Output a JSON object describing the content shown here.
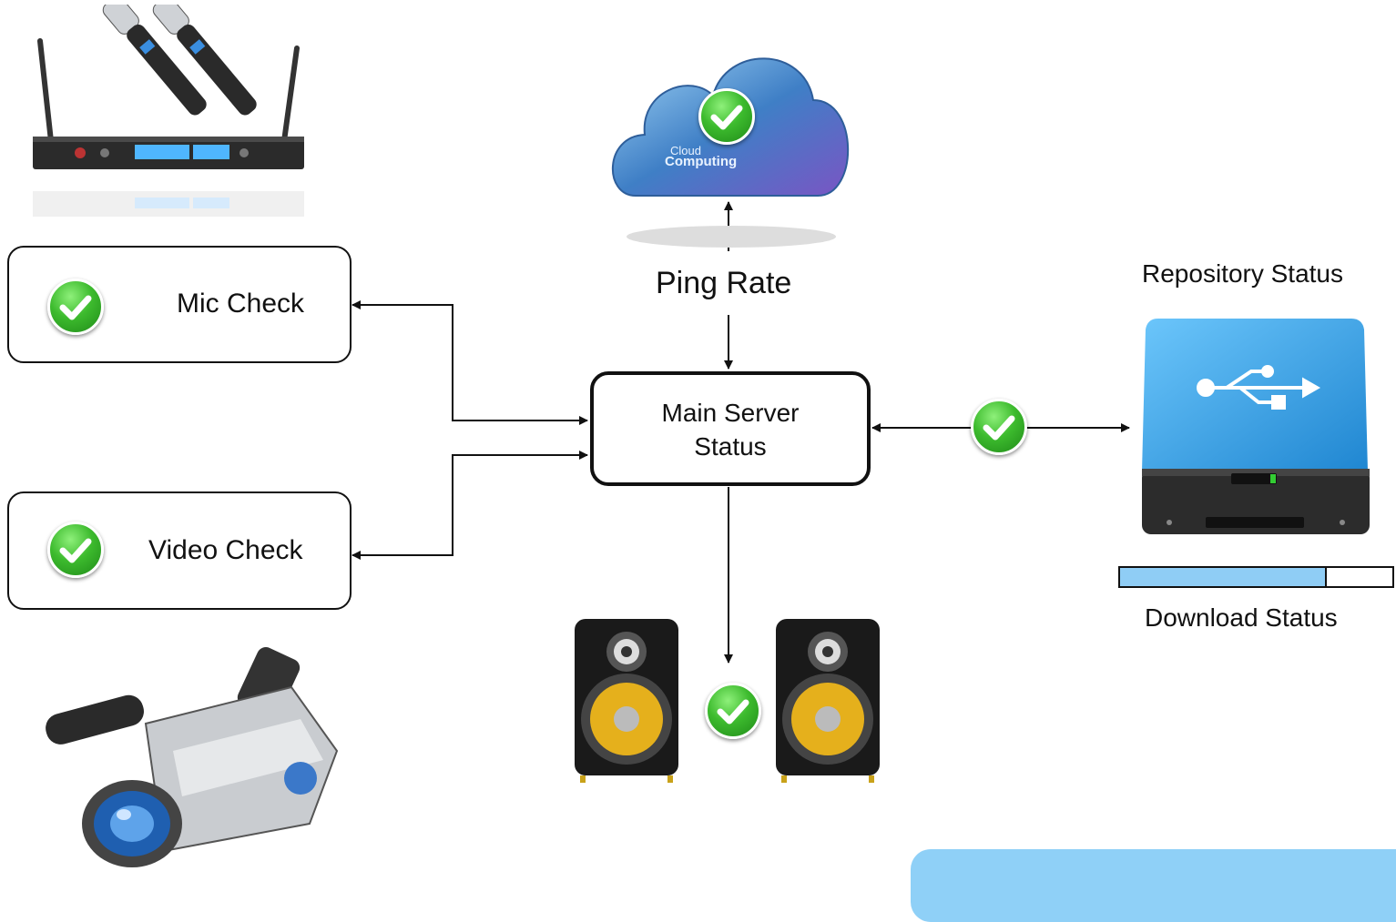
{
  "nodes": {
    "mic_check": {
      "label": "Mic Check"
    },
    "video_check": {
      "label": "Video Check"
    },
    "main_server": {
      "label_line1": "Main Server",
      "label_line2": "Status"
    },
    "ping": {
      "label": "Ping Rate"
    },
    "repository": {
      "label": "Repository Status"
    },
    "download": {
      "label": "Download Status",
      "progress": 0.76
    },
    "cloud": {
      "text_small": "Cloud",
      "text_big": "Computing"
    }
  },
  "colors": {
    "check_green": "#3dbb2e",
    "drive_blue": "#3aa3e6",
    "progress_fill": "#8fcdf5",
    "panel_blue": "#8fd0f7"
  },
  "icons": [
    "microphone-receiver-icon",
    "video-camera-icon",
    "cloud-icon",
    "usb-drive-icon",
    "speaker-icon",
    "check-icon"
  ]
}
